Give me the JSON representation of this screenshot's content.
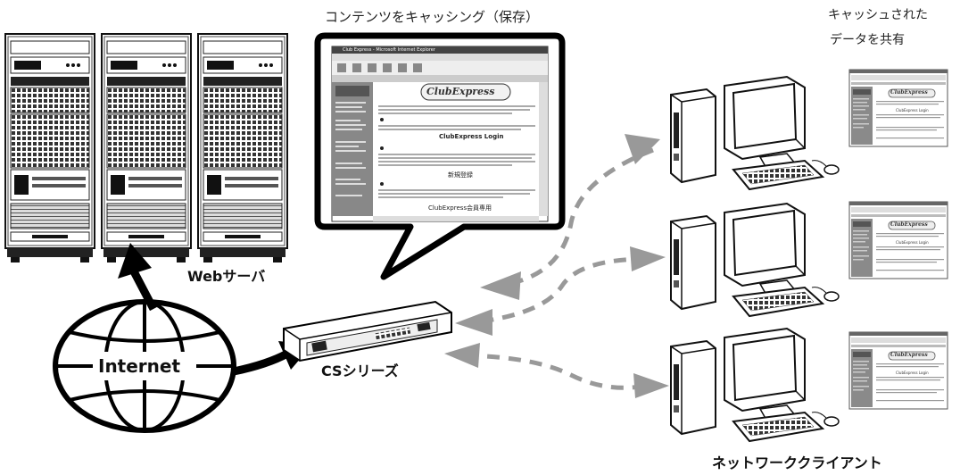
{
  "labels": {
    "caching": "コンテンツをキャッシング（保存）",
    "shared_line1": "キャッシュされた",
    "shared_line2": "データを共有",
    "webserver": "Webサーバ",
    "internet": "Internet",
    "cs_series": "CSシリーズ",
    "network_clients": "ネットワーククライアント"
  },
  "browser_shot": {
    "window_title": "Club Express - Microsoft Internet Explorer",
    "logo": "ClubExpress",
    "login_link": "ClubExpress Login",
    "new_member": "新規登録",
    "members_only": "ClubExpress会員専用"
  },
  "thumbnails": {
    "logo": "ClubExpress",
    "login_link": "ClubExpress Login"
  }
}
